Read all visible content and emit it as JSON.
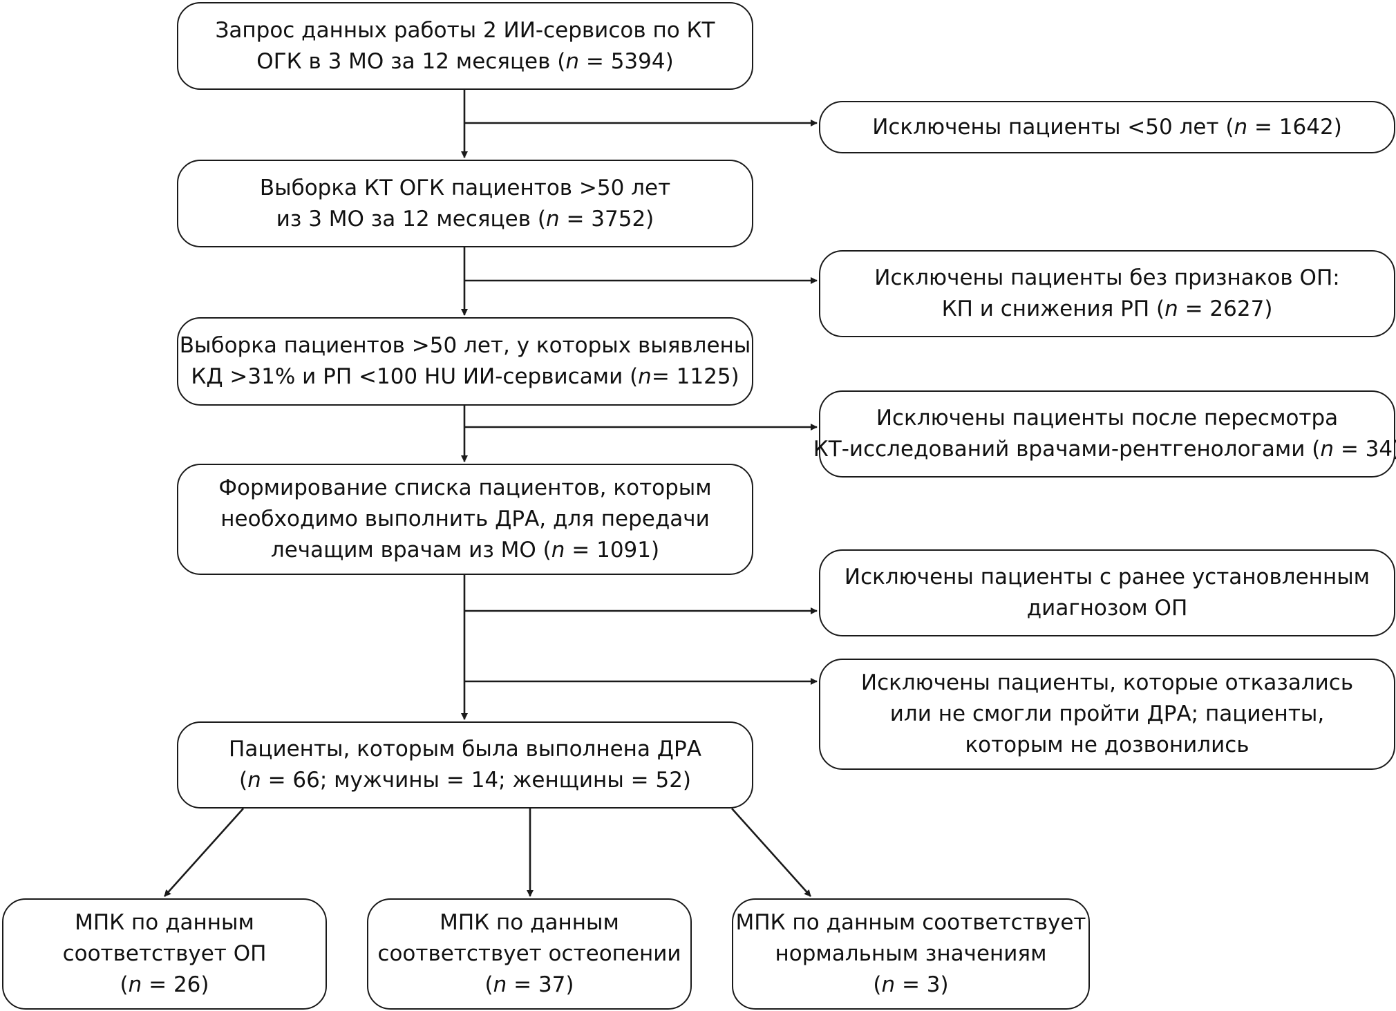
{
  "diagram": {
    "title": "Patient selection flowchart",
    "nodes": {
      "step1": {
        "lines": [
          [
            "Запрос данных работы 2 ИИ-сервисов по КТ"
          ],
          [
            "ОГК в 3 МО за 12 месяцев (",
            {
              "i": "n"
            },
            " = 5394)"
          ]
        ]
      },
      "excl1": {
        "lines": [
          [
            "Исключены пациенты <50 лет (",
            {
              "i": "n"
            },
            " = 1642)"
          ]
        ]
      },
      "step2": {
        "lines": [
          [
            "Выборка КТ ОГК пациентов >50 лет"
          ],
          [
            "из 3 МО за 12 месяцев (",
            {
              "i": "n"
            },
            " = 3752)"
          ]
        ]
      },
      "excl2": {
        "lines": [
          [
            "Исключены пациенты без признаков ОП:"
          ],
          [
            "КП и снижения РП (",
            {
              "i": "n"
            },
            " = 2627)"
          ]
        ]
      },
      "step3": {
        "lines": [
          [
            "Выборка пациентов >50 лет, у которых выявлены"
          ],
          [
            "КД >31% и РП <100 HU ИИ-сервисами (",
            {
              "i": "n"
            },
            "= 1125)"
          ]
        ]
      },
      "excl3": {
        "lines": [
          [
            "Исключены пациенты после пересмотра"
          ],
          [
            "КТ-исследований врачами-рентгенологами (",
            {
              "i": "n"
            },
            " = 34)"
          ]
        ]
      },
      "step4": {
        "lines": [
          [
            "Формирование списка пациентов, которым"
          ],
          [
            "необходимо выполнить ДРА, для передачи"
          ],
          [
            "лечащим врачам из МО (",
            {
              "i": "n"
            },
            " = 1091)"
          ]
        ]
      },
      "excl4": {
        "lines": [
          [
            "Исключены пациенты с ранее установленным"
          ],
          [
            "диагнозом ОП"
          ]
        ]
      },
      "excl5": {
        "lines": [
          [
            "Исключены пациенты, которые отказались"
          ],
          [
            "или не смогли пройти ДРА; пациенты,"
          ],
          [
            "которым не дозвонились"
          ]
        ]
      },
      "step5": {
        "lines": [
          [
            "Пациенты, которым была выполнена ДРА"
          ],
          [
            "(",
            {
              "i": "n"
            },
            " = 66; мужчины = 14; женщины = 52)"
          ]
        ]
      },
      "out1": {
        "lines": [
          [
            "МПК по данным"
          ],
          [
            "соответствует ОП"
          ],
          [
            "(",
            {
              "i": "n"
            },
            " = 26)"
          ]
        ]
      },
      "out2": {
        "lines": [
          [
            "МПК по данным"
          ],
          [
            "соответствует остеопении"
          ],
          [
            "(",
            {
              "i": "n"
            },
            " = 37)"
          ]
        ]
      },
      "out3": {
        "lines": [
          [
            "МПК по данным соответствует"
          ],
          [
            "нормальным значениям"
          ],
          [
            "(",
            {
              "i": "n"
            },
            " = 3)"
          ]
        ]
      }
    },
    "edges": [
      {
        "from": "step1",
        "to": "step2"
      },
      {
        "from": "step1",
        "to": "excl1"
      },
      {
        "from": "step2",
        "to": "step3"
      },
      {
        "from": "step2",
        "to": "excl2"
      },
      {
        "from": "step3",
        "to": "step4"
      },
      {
        "from": "step3",
        "to": "excl3"
      },
      {
        "from": "step4",
        "to": "step5"
      },
      {
        "from": "step4",
        "to": "excl4"
      },
      {
        "from": "step4",
        "to": "excl5"
      },
      {
        "from": "step5",
        "to": "out1"
      },
      {
        "from": "step5",
        "to": "out2"
      },
      {
        "from": "step5",
        "to": "out3"
      }
    ]
  }
}
